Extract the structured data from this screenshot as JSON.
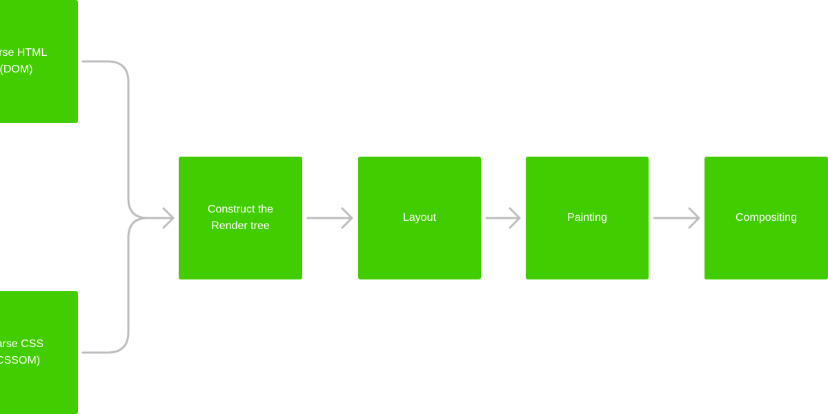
{
  "colors": {
    "node_fill": "#42cd00",
    "node_text": "#ffffff",
    "connector": "#bdbdbd",
    "background": "#ffffff"
  },
  "nodes": {
    "parse_html": {
      "label": "Parse HTML\n(DOM)"
    },
    "parse_css": {
      "label": "Parse CSS\n(CSSOM)"
    },
    "render_tree": {
      "label": "Construct the\nRender tree"
    },
    "layout": {
      "label": "Layout"
    },
    "painting": {
      "label": "Painting"
    },
    "compositing": {
      "label": "Compositing"
    }
  }
}
